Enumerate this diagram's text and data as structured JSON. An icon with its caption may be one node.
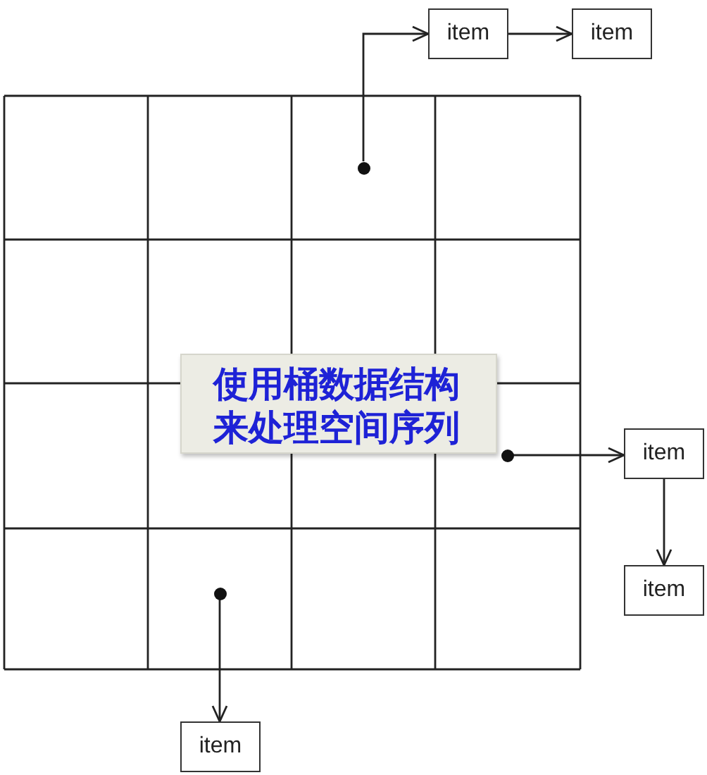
{
  "diagram": {
    "nodes": [
      {
        "text": [
          "item"
        ]
      },
      {
        "text": [
          "item"
        ]
      },
      {
        "text": [],
        "shape": "circle"
      },
      {
        "text": [
          "使用桶数据结构来处理空间序列"
        ]
      },
      {
        "text": [],
        "shape": "circle"
      },
      {
        "text": [
          "item"
        ]
      },
      {
        "text": [
          "item"
        ]
      },
      {
        "text": [],
        "shape": "circle"
      },
      {
        "text": [
          "item"
        ]
      }
    ],
    "edges": [
      {
        "from": 2,
        "to": 0,
        "arrow": "to"
      },
      {
        "from": 0,
        "to": 1,
        "arrow": "to"
      },
      {
        "from": 4,
        "to": 5,
        "arrow": "to"
      },
      {
        "from": 5,
        "to": 6,
        "arrow": "to"
      },
      {
        "from": 7,
        "to": 8,
        "arrow": "to"
      }
    ]
  }
}
